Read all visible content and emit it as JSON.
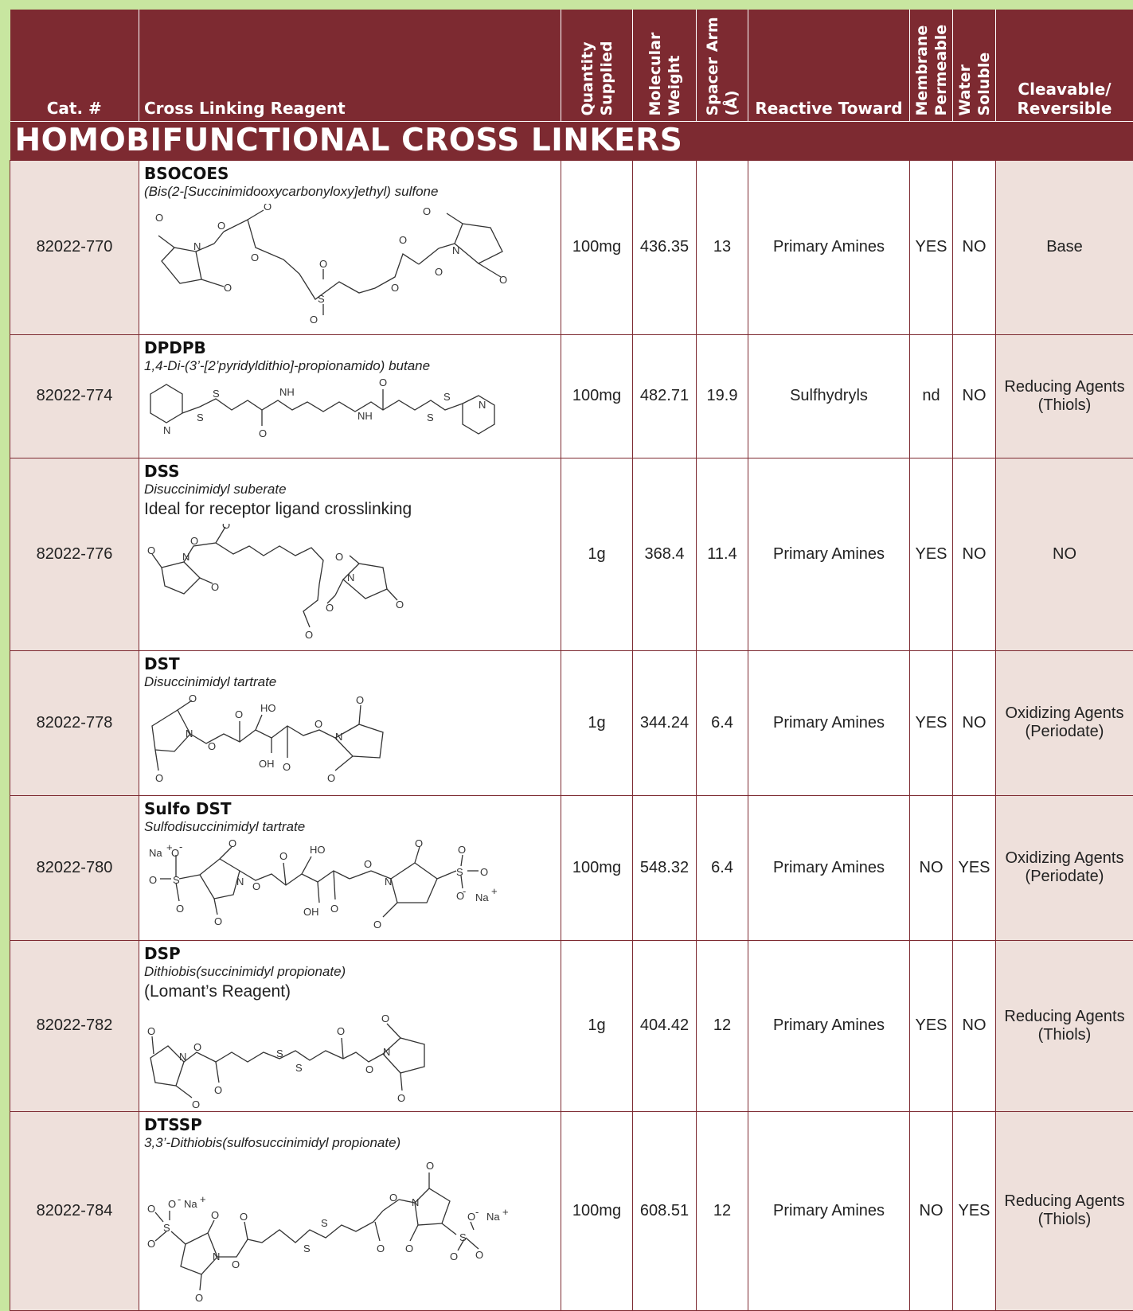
{
  "header": {
    "cat": "Cat. #",
    "reagent": "Cross Linking Reagent",
    "quantity": "Quantity Supplied",
    "mw": "Molecular Weight",
    "spacer": "Spacer Arm (Å)",
    "reactive": "Reactive Toward",
    "membrane": "Membrane Permeable",
    "water": "Water Soluble",
    "cleavable": "Cleavable/ Reversible"
  },
  "section_title": "HOMOBIFUNCTIONAL CROSS LINKERS",
  "rows": [
    {
      "cat": "82022-770",
      "name": "BSOCOES",
      "full": "(Bis(2-[Succinimidooxycarbonyloxy]ethyl) sulfone",
      "note": "",
      "qty": "100mg",
      "mw": "436.35",
      "spacer": "13",
      "reactive": "Primary Amines",
      "membrane": "YES",
      "water": "NO",
      "cleavable": "Base"
    },
    {
      "cat": "82022-774",
      "name": "DPDPB",
      "full": "1,4-Di-(3’-[2’pyridyldithio]-propionamido) butane",
      "note": "",
      "qty": "100mg",
      "mw": "482.71",
      "spacer": "19.9",
      "reactive": "Sulfhydryls",
      "membrane": "nd",
      "water": "NO",
      "cleavable": "Reducing Agents (Thiols)"
    },
    {
      "cat": "82022-776",
      "name": "DSS",
      "full": "Disuccinimidyl suberate",
      "note": "Ideal for receptor ligand crosslinking",
      "qty": "1g",
      "mw": "368.4",
      "spacer": "11.4",
      "reactive": "Primary Amines",
      "membrane": "YES",
      "water": "NO",
      "cleavable": "NO"
    },
    {
      "cat": "82022-778",
      "name": "DST",
      "full": "Disuccinimidyl tartrate",
      "note": "",
      "qty": "1g",
      "mw": "344.24",
      "spacer": "6.4",
      "reactive": "Primary Amines",
      "membrane": "YES",
      "water": "NO",
      "cleavable": "Oxidizing Agents (Periodate)"
    },
    {
      "cat": "82022-780",
      "name": "Sulfo DST",
      "full": "Sulfodisuccinimidyl tartrate",
      "note": "",
      "qty": "100mg",
      "mw": "548.32",
      "spacer": "6.4",
      "reactive": "Primary Amines",
      "membrane": "NO",
      "water": "YES",
      "cleavable": "Oxidizing Agents (Periodate)"
    },
    {
      "cat": "82022-782",
      "name": "DSP",
      "full": "Dithiobis(succinimidyl propionate)",
      "note": "(Lomant’s Reagent)",
      "qty": "1g",
      "mw": "404.42",
      "spacer": "12",
      "reactive": "Primary Amines",
      "membrane": "YES",
      "water": "NO",
      "cleavable": "Reducing Agents (Thiols)"
    },
    {
      "cat": "82022-784",
      "name": "DTSSP",
      "full": "3,3’-Dithiobis(sulfosuccinimidyl propionate)",
      "note": "",
      "qty": "100mg",
      "mw": "608.51",
      "spacer": "12",
      "reactive": "Primary Amines",
      "membrane": "NO",
      "water": "YES",
      "cleavable": "Reducing Agents (Thiols)"
    }
  ],
  "structures": {
    "o": "O",
    "n": "N",
    "s": "S",
    "nh": "NH",
    "ho": "HO",
    "oh": "OH",
    "na": "Na",
    "plus": "+",
    "minus": "-"
  },
  "colors": {
    "header_bg": "#7d2a31",
    "shade": "#eee0db",
    "page_bg": "#c8e6a0"
  }
}
